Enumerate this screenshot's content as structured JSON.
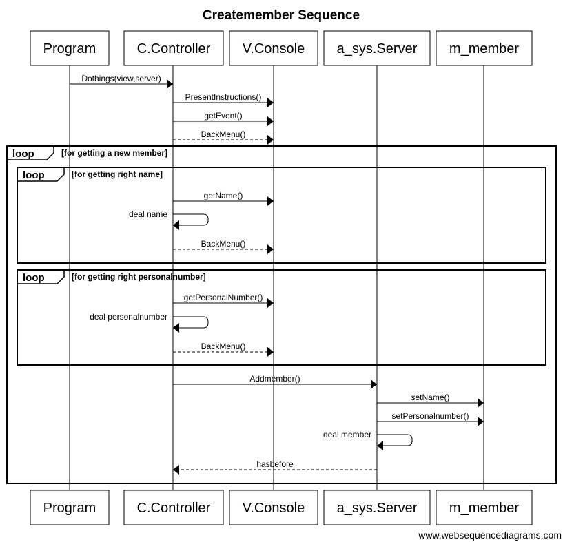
{
  "title": "Createmember Sequence",
  "watermark": "www.websequencediagrams.com",
  "participants": [
    {
      "id": "program",
      "label": "Program"
    },
    {
      "id": "controller",
      "label": "C.Controller"
    },
    {
      "id": "console",
      "label": "V.Console"
    },
    {
      "id": "server",
      "label": "a_sys.Server"
    },
    {
      "id": "member",
      "label": "m_member"
    }
  ],
  "messages": [
    {
      "from": "program",
      "to": "controller",
      "label": "Dothings(view,server)",
      "style": "solid"
    },
    {
      "from": "controller",
      "to": "console",
      "label": "PresentInstructions()",
      "style": "solid"
    },
    {
      "from": "controller",
      "to": "console",
      "label": "getEvent()",
      "style": "solid"
    },
    {
      "from": "controller",
      "to": "console",
      "label": "BackMenu()",
      "style": "dashed"
    },
    {
      "from": "controller",
      "to": "console",
      "label": "getName()",
      "style": "solid"
    },
    {
      "from": "controller",
      "to": "controller",
      "label": "deal name",
      "style": "self"
    },
    {
      "from": "controller",
      "to": "console",
      "label": "BackMenu()",
      "style": "dashed"
    },
    {
      "from": "controller",
      "to": "console",
      "label": "getPersonalNumber()",
      "style": "solid"
    },
    {
      "from": "controller",
      "to": "controller",
      "label": "deal personalnumber",
      "style": "self"
    },
    {
      "from": "controller",
      "to": "console",
      "label": "BackMenu()",
      "style": "dashed"
    },
    {
      "from": "controller",
      "to": "server",
      "label": "Addmember()",
      "style": "solid"
    },
    {
      "from": "server",
      "to": "member",
      "label": "setName()",
      "style": "solid"
    },
    {
      "from": "server",
      "to": "member",
      "label": "setPersonalnumber()",
      "style": "solid"
    },
    {
      "from": "server",
      "to": "server",
      "label": "deal member",
      "style": "self"
    },
    {
      "from": "server",
      "to": "controller",
      "label": "hasbefore",
      "style": "dashed"
    }
  ],
  "frames": [
    {
      "keyword": "loop",
      "condition": "[for getting a new member]"
    },
    {
      "keyword": "loop",
      "condition": "[for getting right name]"
    },
    {
      "keyword": "loop",
      "condition": "[for getting right personalnumber]"
    }
  ]
}
